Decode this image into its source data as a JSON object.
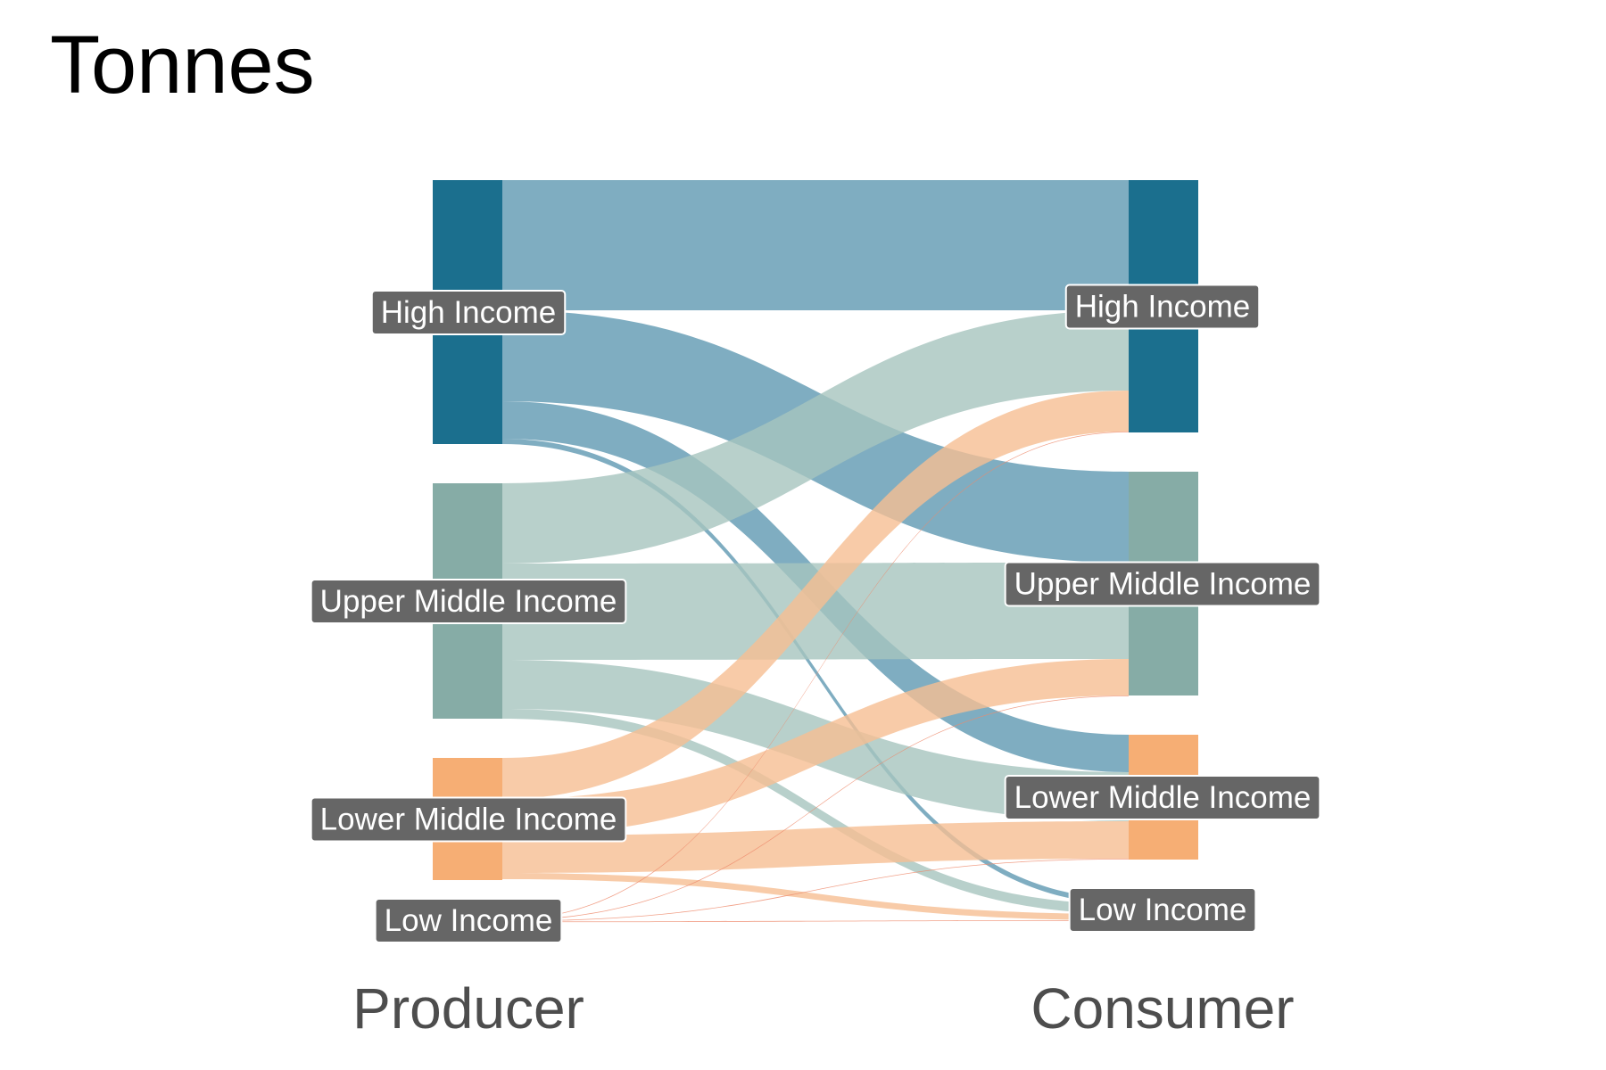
{
  "chart_data": {
    "type": "sankey",
    "title": "Tonnes",
    "axis_labels": {
      "left": "Producer",
      "right": "Consumer"
    },
    "node_colors": {
      "High Income": "#1b6f8e",
      "Upper Middle Income": "#86aca6",
      "Lower Middle Income": "#f6ae74",
      "Low Income": "#ec7d5c"
    },
    "link_colors": {
      "High Income": "#5f98b1",
      "Upper Middle Income": "#a6c4be",
      "Lower Middle Income": "#f6be92",
      "Low Income": "#ee8a6c"
    },
    "producers": [
      {
        "name": "High Income",
        "total": 296
      },
      {
        "name": "Upper Middle Income",
        "total": 264
      },
      {
        "name": "Lower Middle Income",
        "total": 137
      },
      {
        "name": "Low Income",
        "total": 1
      }
    ],
    "consumers": [
      {
        "name": "High Income",
        "total": 283
      },
      {
        "name": "Upper Middle Income",
        "total": 251
      },
      {
        "name": "Lower Middle Income",
        "total": 140
      },
      {
        "name": "Low Income",
        "total": 24
      }
    ],
    "flows": [
      {
        "source": "High Income",
        "target": "High Income",
        "value": 146
      },
      {
        "source": "High Income",
        "target": "Upper Middle Income",
        "value": 102
      },
      {
        "source": "High Income",
        "target": "Lower Middle Income",
        "value": 42
      },
      {
        "source": "High Income",
        "target": "Low Income",
        "value": 6
      },
      {
        "source": "Upper Middle Income",
        "target": "High Income",
        "value": 90
      },
      {
        "source": "Upper Middle Income",
        "target": "Upper Middle Income",
        "value": 108
      },
      {
        "source": "Upper Middle Income",
        "target": "Lower Middle Income",
        "value": 55
      },
      {
        "source": "Upper Middle Income",
        "target": "Low Income",
        "value": 11
      },
      {
        "source": "Lower Middle Income",
        "target": "High Income",
        "value": 46
      },
      {
        "source": "Lower Middle Income",
        "target": "Upper Middle Income",
        "value": 41
      },
      {
        "source": "Lower Middle Income",
        "target": "Lower Middle Income",
        "value": 42
      },
      {
        "source": "Lower Middle Income",
        "target": "Low Income",
        "value": 7
      },
      {
        "source": "Low Income",
        "target": "High Income",
        "value": 0.2
      },
      {
        "source": "Low Income",
        "target": "Upper Middle Income",
        "value": 0.2
      },
      {
        "source": "Low Income",
        "target": "Lower Middle Income",
        "value": 0.4
      },
      {
        "source": "Low Income",
        "target": "Low Income",
        "value": 0.2
      }
    ]
  }
}
